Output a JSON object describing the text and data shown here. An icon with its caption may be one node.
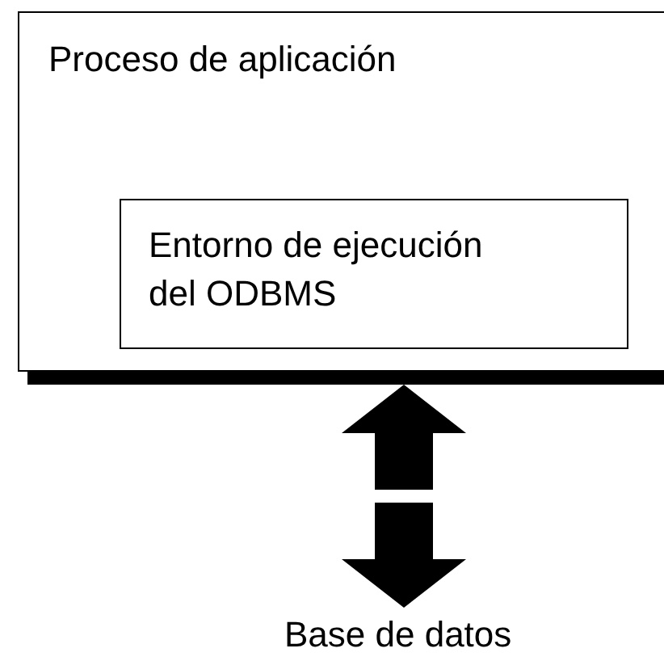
{
  "diagram": {
    "nodes": [
      {
        "text": [
          "Proceso de aplicación"
        ]
      },
      {
        "text": [
          "Entorno de ejecución del ODBMS"
        ],
        "in": 0
      },
      {
        "text": [
          "Base de datos"
        ]
      }
    ],
    "edges": [
      {
        "from": 0,
        "to": 2,
        "arrow": "both"
      }
    ]
  }
}
